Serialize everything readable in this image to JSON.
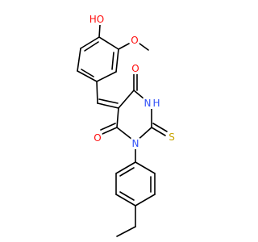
{
  "colors": {
    "bond": "#000000",
    "oxygen": "#ff0d0d",
    "nitrogen": "#3050f8",
    "sulfur": "#c8a400",
    "carbon": "#000000",
    "background": "#ffffff"
  },
  "atoms": {
    "hydroxyl": "HO",
    "methoxy_o": "O",
    "carbonyl_o_top": "O",
    "carbonyl_o_bottom": "O",
    "nh": "H",
    "nh_n": "N",
    "n_aryl": "N",
    "thione_s": "S"
  }
}
